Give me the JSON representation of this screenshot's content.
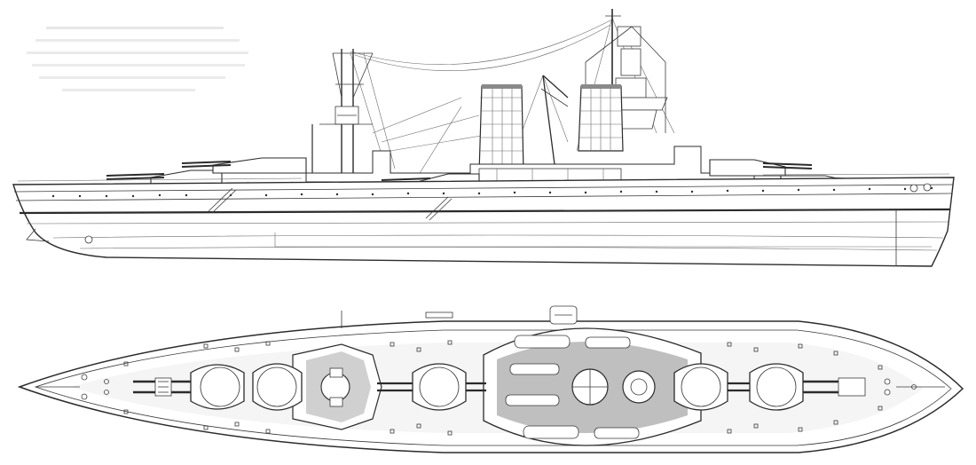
{
  "drawing": {
    "views": [
      {
        "name": "profile",
        "subject": "battleship"
      },
      {
        "name": "plan",
        "subject": "battleship"
      }
    ],
    "style": {
      "ink": "#2b2b2b",
      "paper": "#ffffff",
      "shading": "#d9d9d9"
    },
    "turrets": {
      "profile_count": 5,
      "plan_count": 5
    },
    "funnels": 2,
    "masts": 2
  }
}
